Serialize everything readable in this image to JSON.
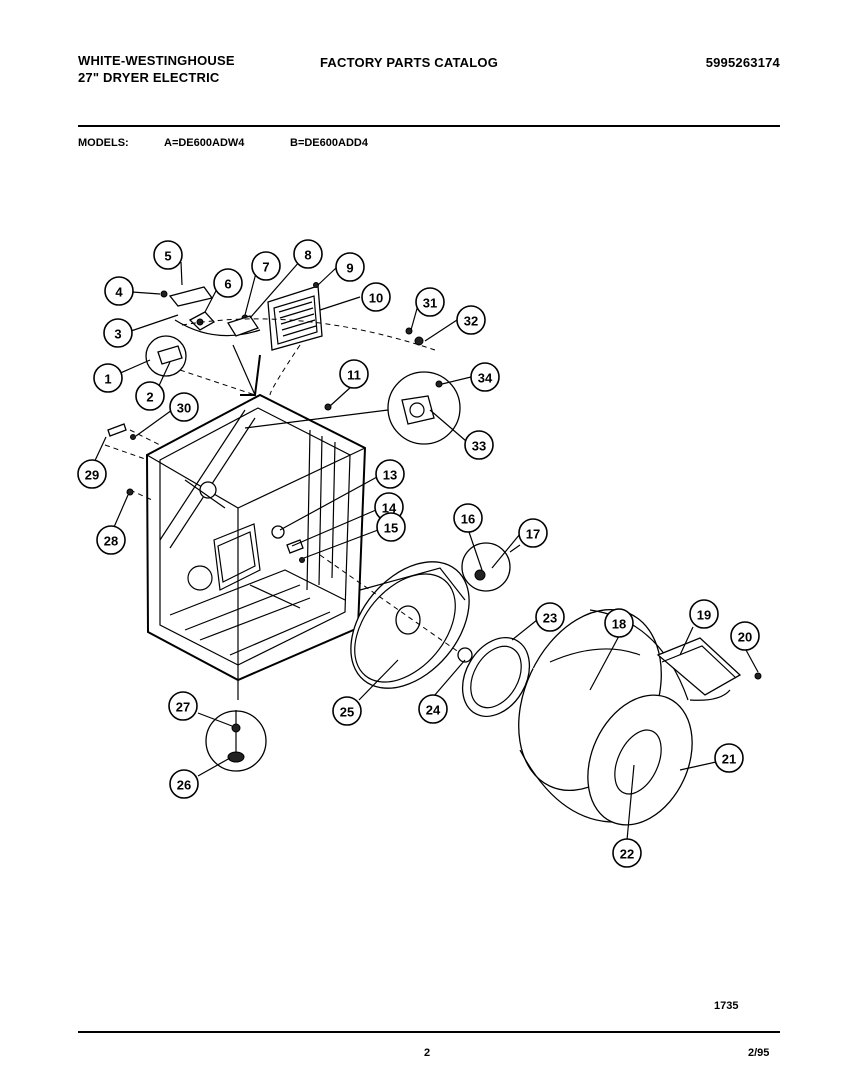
{
  "header": {
    "brand": "WHITE-WESTINGHOUSE",
    "product": "27\" DRYER ELECTRIC",
    "catalog_title": "FACTORY PARTS CATALOG",
    "part_number": "5995263174"
  },
  "models": {
    "label": "MODELS:",
    "a": "A=DE600ADW4",
    "b": "B=DE600ADD4"
  },
  "diagram": {
    "callouts": [
      "1",
      "2",
      "3",
      "4",
      "5",
      "6",
      "7",
      "8",
      "9",
      "10",
      "11",
      "13",
      "14",
      "15",
      "16",
      "17",
      "18",
      "19",
      "20",
      "21",
      "22",
      "23",
      "24",
      "25",
      "26",
      "27",
      "28",
      "29",
      "30",
      "31",
      "32",
      "33",
      "34"
    ]
  },
  "footer": {
    "figure_number": "1735",
    "page": "2",
    "date": "2/95"
  }
}
